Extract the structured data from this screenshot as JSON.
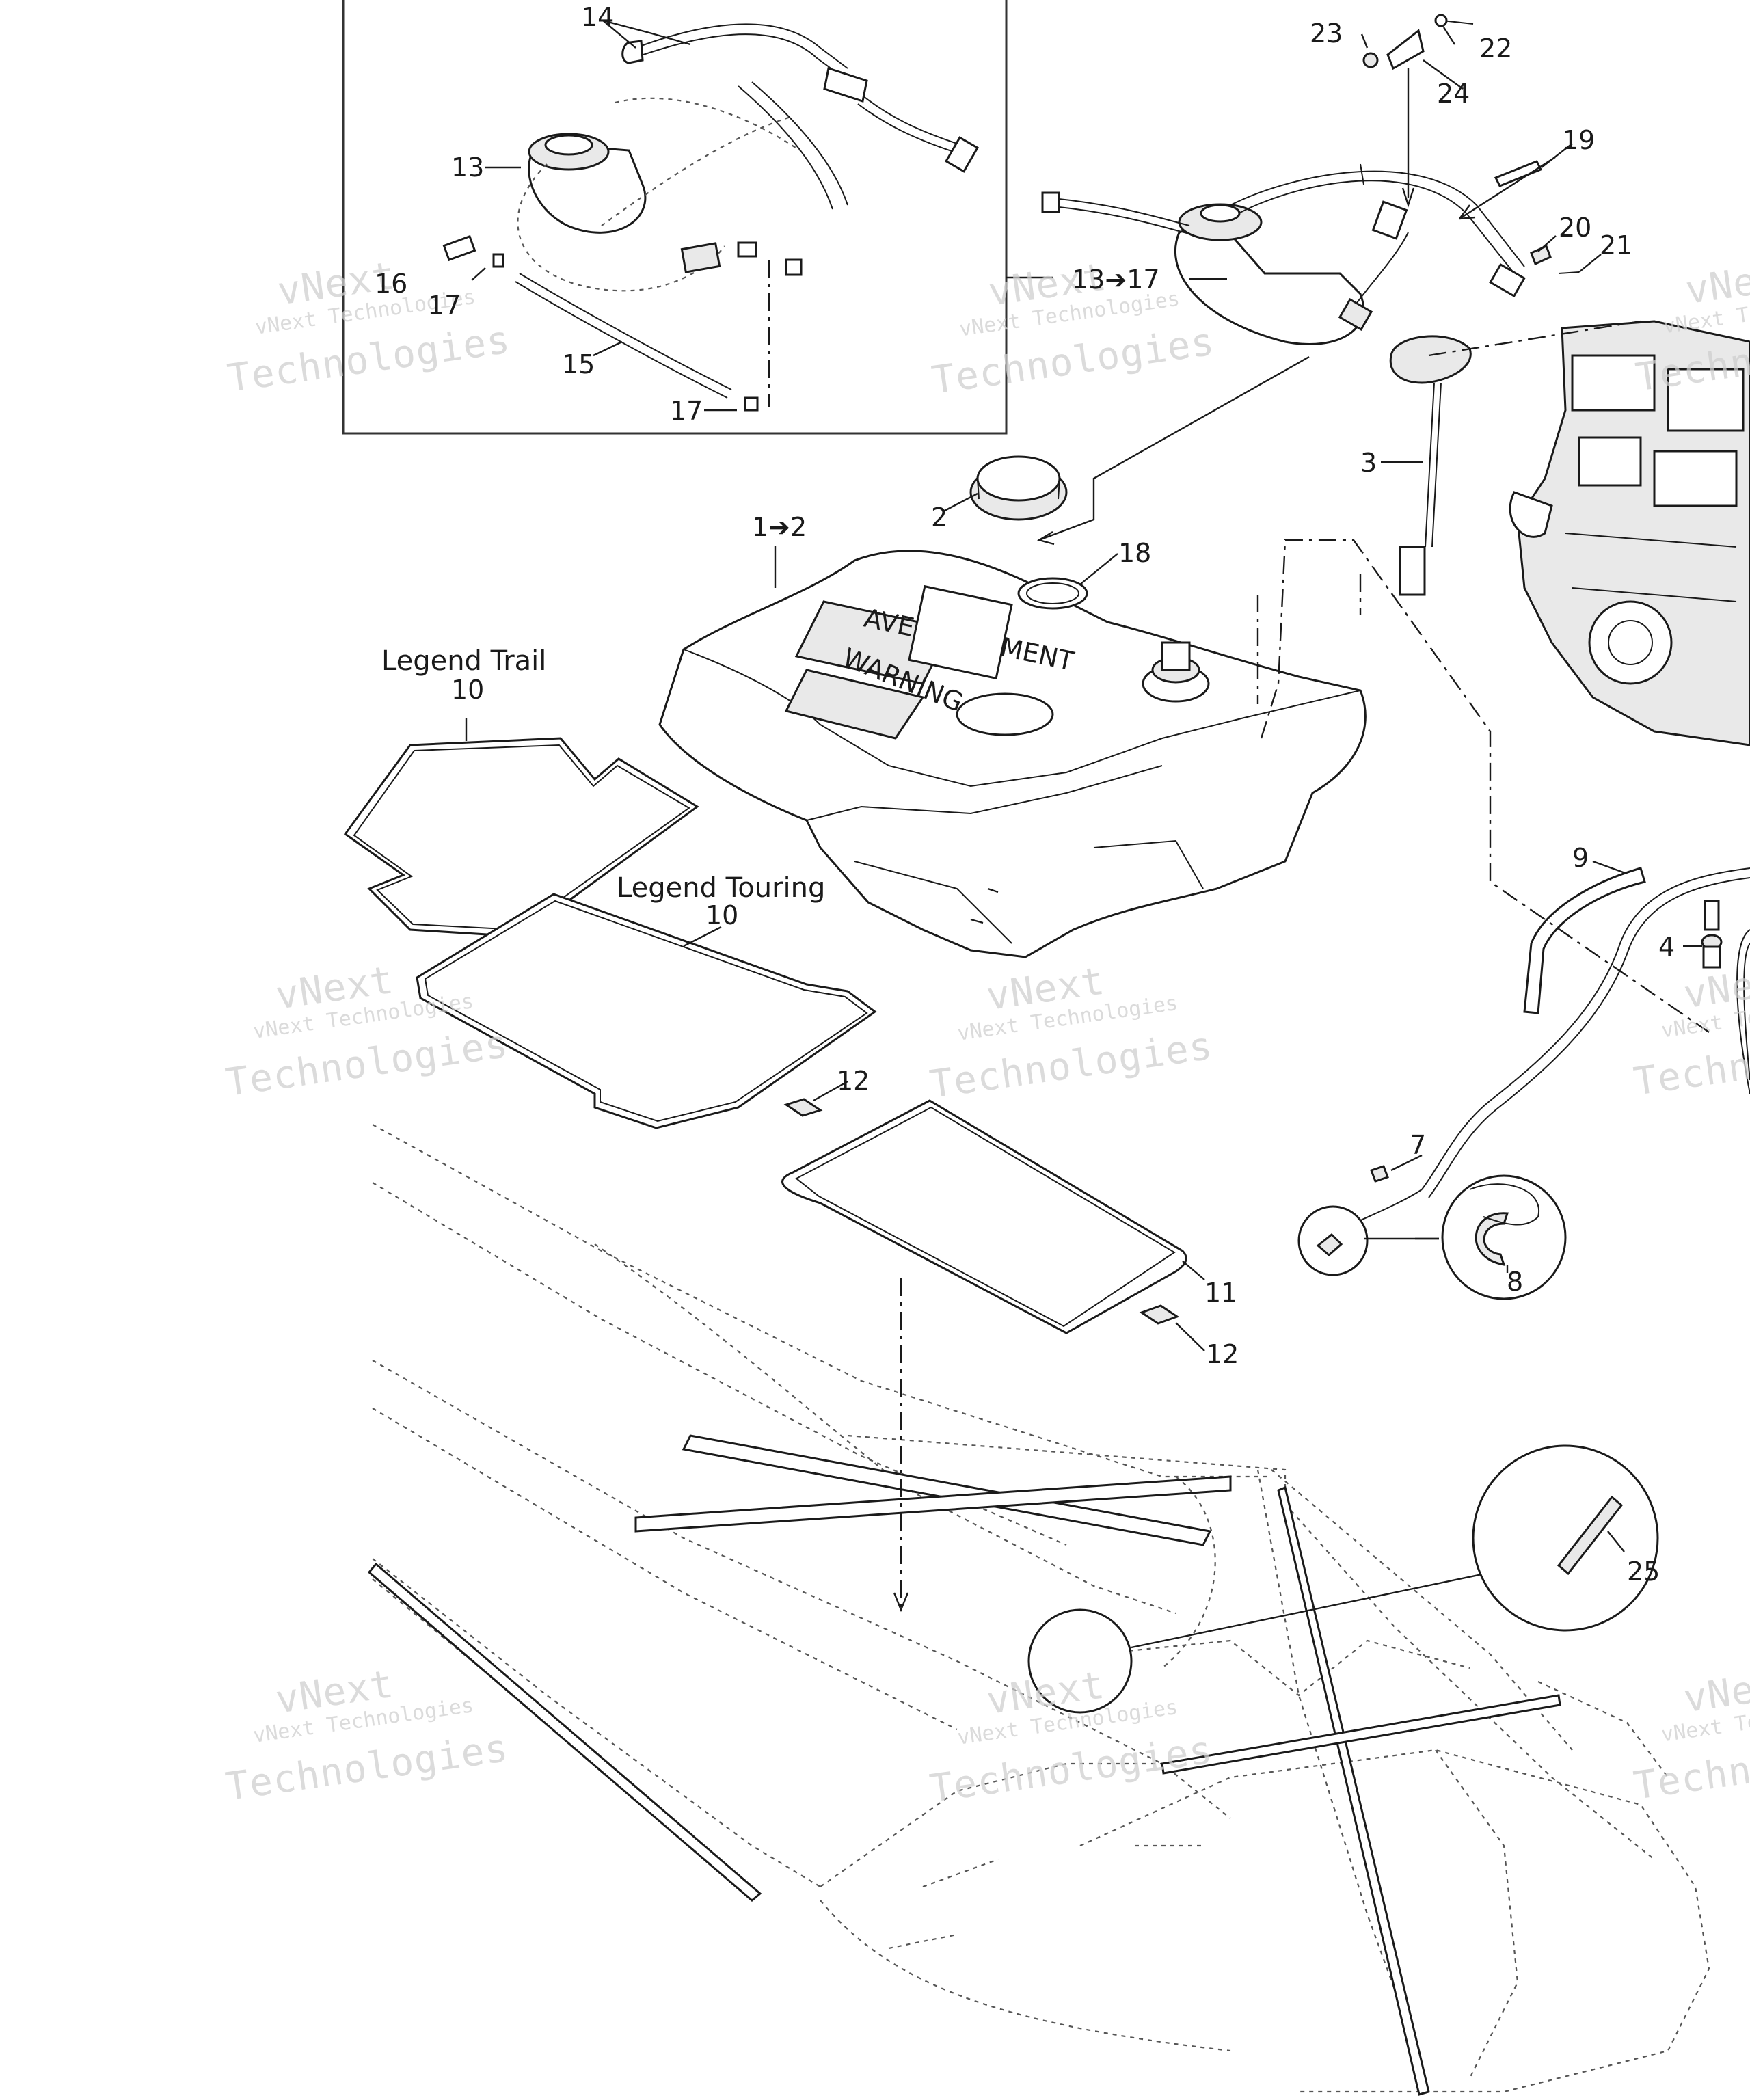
{
  "callouts": [
    {
      "id": "c14",
      "text": "14"
    },
    {
      "id": "c13a",
      "text": "13"
    },
    {
      "id": "c16",
      "text": "16"
    },
    {
      "id": "c17a",
      "text": "17"
    },
    {
      "id": "c15",
      "text": "15"
    },
    {
      "id": "c17b",
      "text": "17"
    },
    {
      "id": "c23",
      "text": "23"
    },
    {
      "id": "c22",
      "text": "22"
    },
    {
      "id": "c24",
      "text": "24"
    },
    {
      "id": "c19",
      "text": "19"
    },
    {
      "id": "c20",
      "text": "20"
    },
    {
      "id": "c21",
      "text": "21"
    },
    {
      "id": "c13to17",
      "text": "13➔17"
    },
    {
      "id": "c3",
      "text": "3"
    },
    {
      "id": "c2",
      "text": "2"
    },
    {
      "id": "c1to2",
      "text": "1➔2"
    },
    {
      "id": "c18",
      "text": "18"
    },
    {
      "id": "c10a",
      "text": "10"
    },
    {
      "id": "c10b",
      "text": "10"
    },
    {
      "id": "c9",
      "text": "9"
    },
    {
      "id": "c4",
      "text": "4"
    },
    {
      "id": "c12a",
      "text": "12"
    },
    {
      "id": "c7",
      "text": "7"
    },
    {
      "id": "c11",
      "text": "11"
    },
    {
      "id": "c8",
      "text": "8"
    },
    {
      "id": "c12b",
      "text": "12"
    },
    {
      "id": "c25",
      "text": "25"
    }
  ],
  "legends": {
    "trail": "Legend Trail",
    "touring": "Legend Touring"
  },
  "decals": {
    "warning_fr": "AVERTISSEMENT",
    "warning_en": "WARNING"
  },
  "watermark": {
    "line1": "vNext",
    "line2": "vNext Technologies",
    "line3": "Technologies"
  }
}
